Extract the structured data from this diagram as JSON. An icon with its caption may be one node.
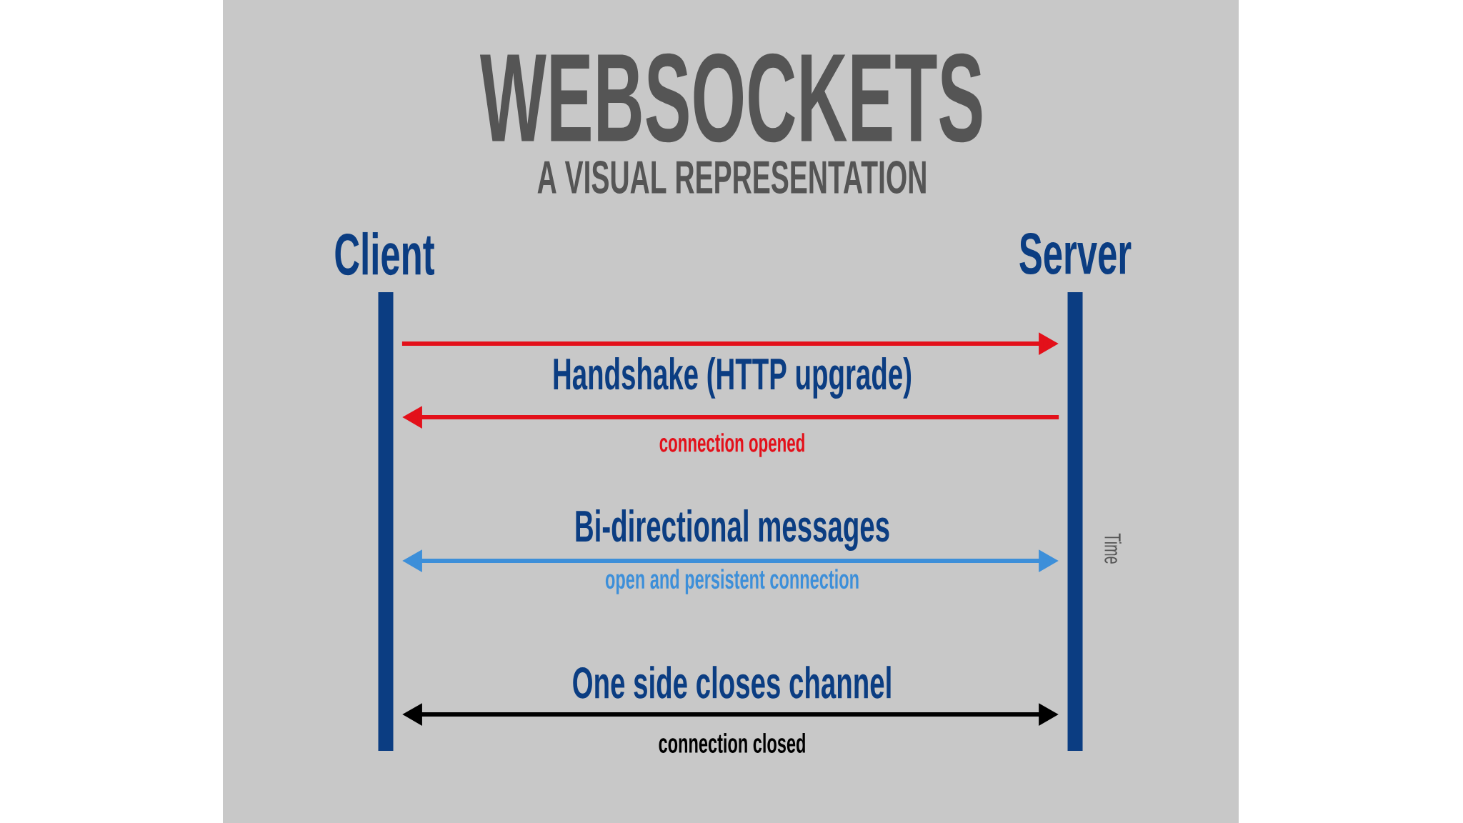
{
  "diagram": {
    "title": "WEBSOCKETS",
    "nodes": [
      {
        "text": [
          "Client"
        ]
      },
      {
        "text": [
          "Server"
        ]
      }
    ],
    "edges": [
      {
        "from": 0,
        "to": 1,
        "arrow": "to",
        "color": "#e3101a",
        "label": "Handshake (HTTP upgrade)"
      },
      {
        "from": 1,
        "to": 0,
        "arrow": "to",
        "color": "#e3101a",
        "label": "connection opened"
      },
      {
        "from": 0,
        "to": 1,
        "arrow": "both",
        "color": "#3d8fd9",
        "label": "Bi-directional messages"
      },
      {
        "from": 0,
        "to": 1,
        "arrow": "both",
        "color": "#000000",
        "label": "One side closes channel"
      }
    ],
    "labels": [
      "A VISUAL REPRESENTATION",
      "open and persistent connection",
      "connection closed",
      "Time"
    ]
  }
}
